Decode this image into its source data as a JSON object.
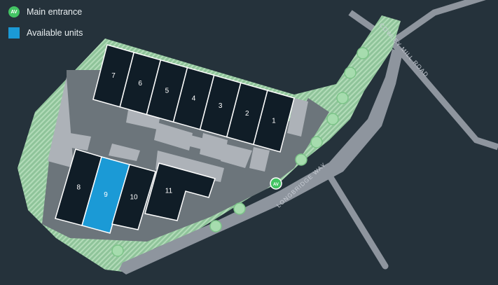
{
  "legend": {
    "main_entrance": "Main entrance",
    "available_units": "Available units",
    "entrance_icon_text": "AV"
  },
  "colors": {
    "background": "#25323b",
    "landscape": "#9dcfa5",
    "ground": "#6c757b",
    "parking": "#adb2b8",
    "unit": "#101d27",
    "available": "#1b9ad6",
    "road": "#8e959e",
    "entrance": "#43c463"
  },
  "roads": {
    "longbridge": "LONGBRIDGE WAY",
    "cowley": "COWLEY MILL ROAD"
  },
  "units": [
    {
      "id": "1",
      "available": false
    },
    {
      "id": "2",
      "available": false
    },
    {
      "id": "3",
      "available": false
    },
    {
      "id": "4",
      "available": false
    },
    {
      "id": "5",
      "available": false
    },
    {
      "id": "6",
      "available": false
    },
    {
      "id": "7",
      "available": false
    },
    {
      "id": "8",
      "available": false
    },
    {
      "id": "9",
      "available": true
    },
    {
      "id": "10",
      "available": false
    },
    {
      "id": "11",
      "available": false
    }
  ]
}
